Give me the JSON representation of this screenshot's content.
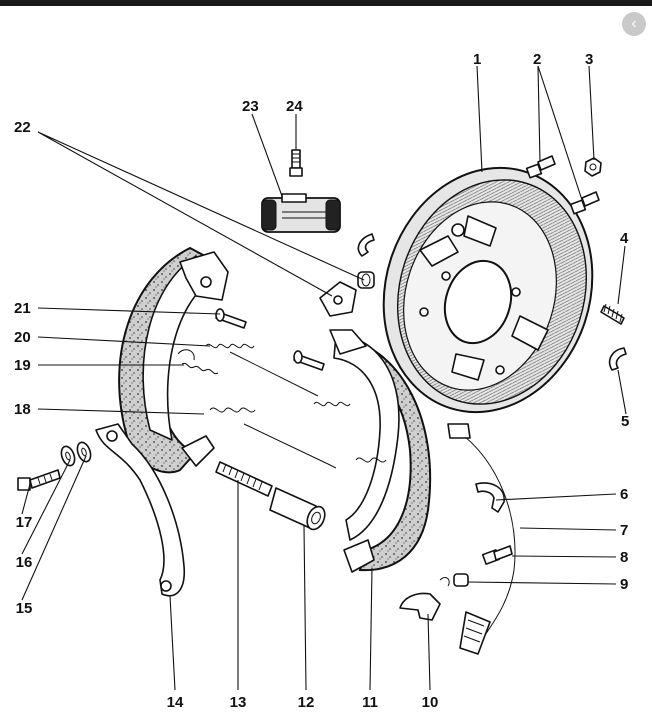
{
  "ui": {
    "back_glyph": "‹",
    "back_icon": "chevron-left-icon"
  },
  "labels": [
    {
      "id": "1",
      "text": "1"
    },
    {
      "id": "2",
      "text": "2"
    },
    {
      "id": "3",
      "text": "3"
    },
    {
      "id": "4",
      "text": "4"
    },
    {
      "id": "5",
      "text": "5"
    },
    {
      "id": "6",
      "text": "6"
    },
    {
      "id": "7",
      "text": "7"
    },
    {
      "id": "8",
      "text": "8"
    },
    {
      "id": "9",
      "text": "9"
    },
    {
      "id": "10",
      "text": "10"
    },
    {
      "id": "11",
      "text": "11"
    },
    {
      "id": "12",
      "text": "12"
    },
    {
      "id": "13",
      "text": "13"
    },
    {
      "id": "14",
      "text": "14"
    },
    {
      "id": "15",
      "text": "15"
    },
    {
      "id": "16",
      "text": "16"
    },
    {
      "id": "17",
      "text": "17"
    },
    {
      "id": "18",
      "text": "18"
    },
    {
      "id": "19",
      "text": "19"
    },
    {
      "id": "20",
      "text": "20"
    },
    {
      "id": "21",
      "text": "21"
    },
    {
      "id": "22",
      "text": "22"
    },
    {
      "id": "23",
      "text": "23"
    },
    {
      "id": "24",
      "text": "24"
    }
  ]
}
